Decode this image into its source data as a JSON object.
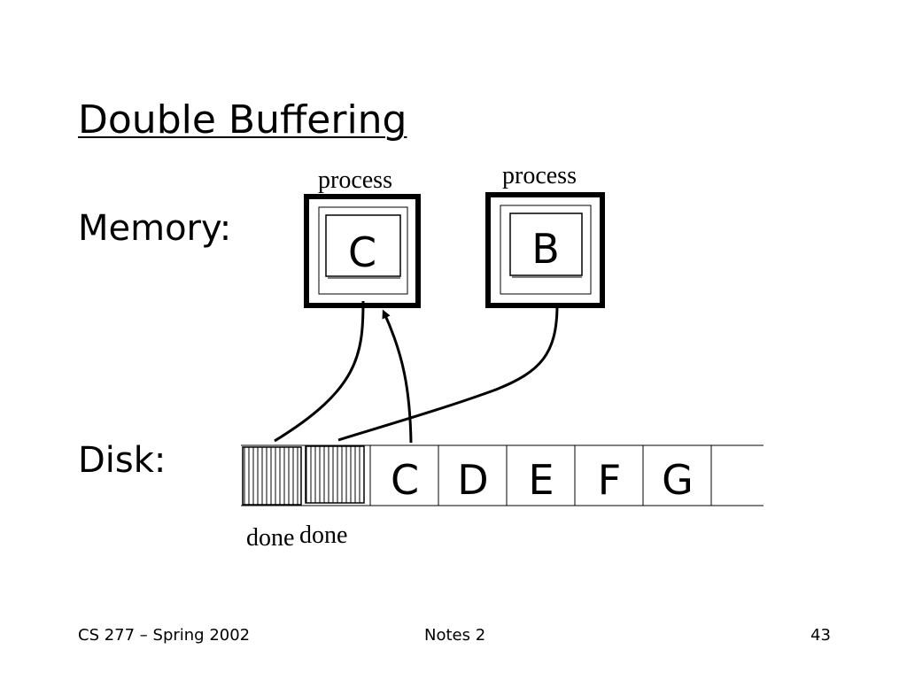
{
  "slide": {
    "title": "Double Buffering",
    "memory_label": "Memory:",
    "disk_label": "Disk:"
  },
  "memory_buffers": [
    {
      "content": "C",
      "caption": "process"
    },
    {
      "content": "B",
      "caption": "process"
    }
  ],
  "disk_blocks": [
    {
      "content": "",
      "state": "hatched"
    },
    {
      "content": "",
      "state": "hatched"
    },
    {
      "content": "C"
    },
    {
      "content": "D"
    },
    {
      "content": "E"
    },
    {
      "content": "F"
    },
    {
      "content": "G"
    },
    {
      "content": ""
    }
  ],
  "disk_captions": [
    "done",
    "done"
  ],
  "footer": {
    "left": "CS 277 – Spring 2002",
    "center": "Notes 2",
    "right": "43"
  }
}
